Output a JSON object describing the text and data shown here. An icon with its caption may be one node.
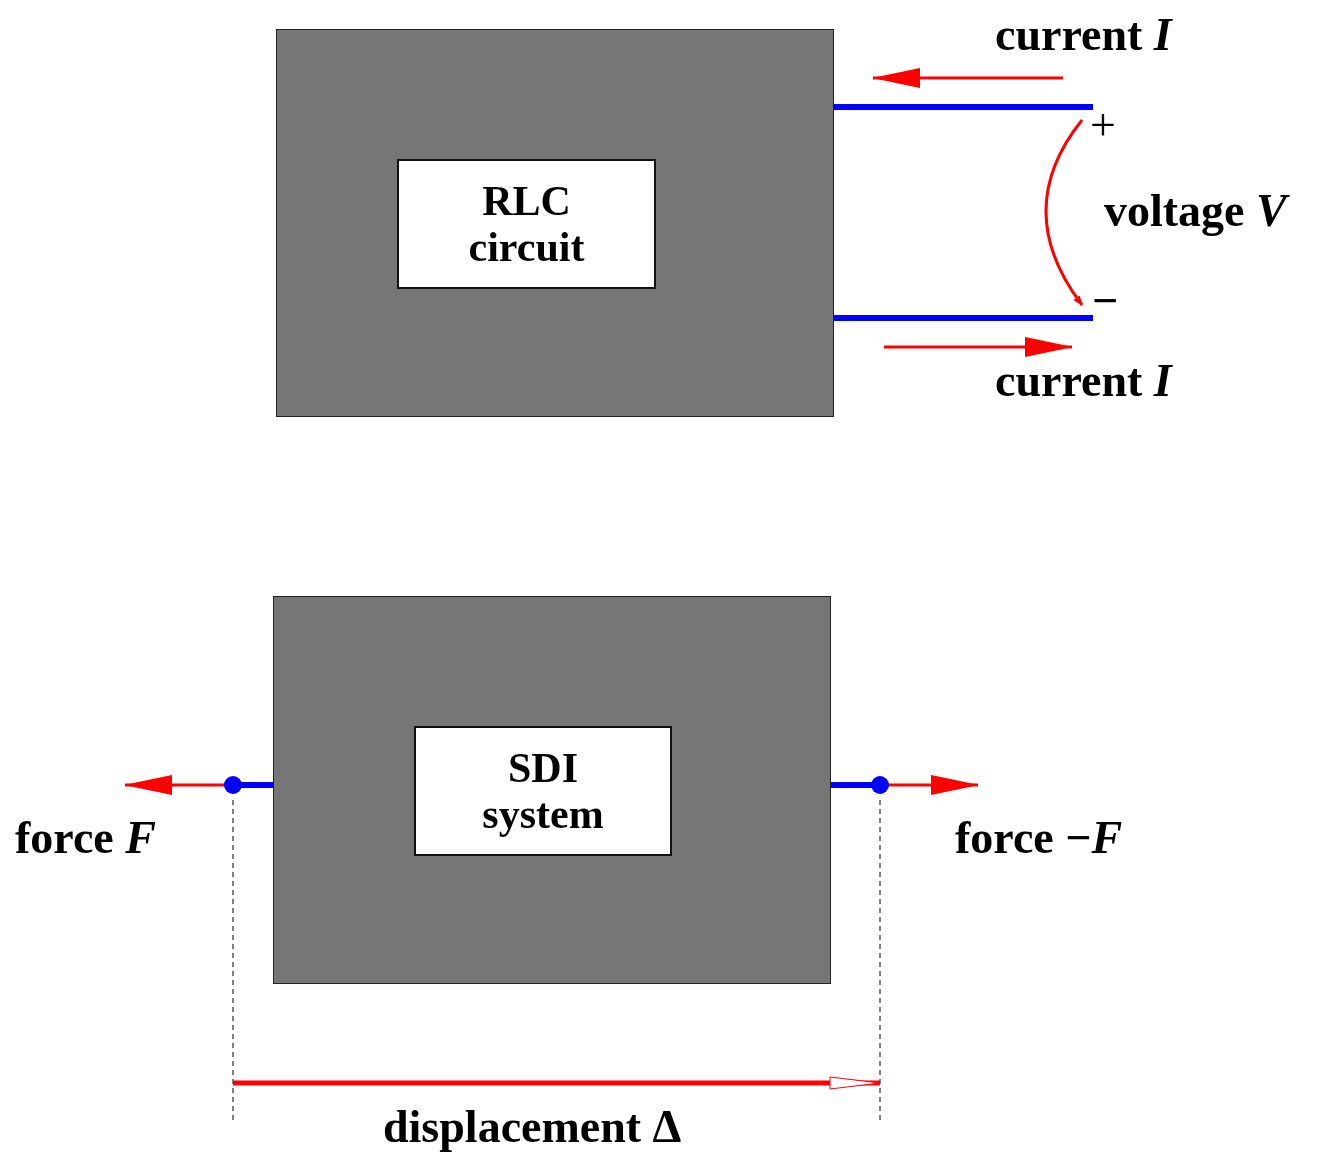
{
  "diagram": {
    "nodes": [
      {
        "text": [],
        "shape": "box"
      },
      {
        "text": [
          "RLC circuit"
        ],
        "in": 0
      },
      {
        "text": [],
        "shape": "box"
      },
      {
        "text": [
          "SDI system"
        ],
        "in": 2
      }
    ],
    "labels": [
      "current *I*",
      "+",
      "voltage *V*",
      "−",
      "current *I*",
      "force *F*",
      "force −*F*",
      "displacement Δ"
    ]
  }
}
